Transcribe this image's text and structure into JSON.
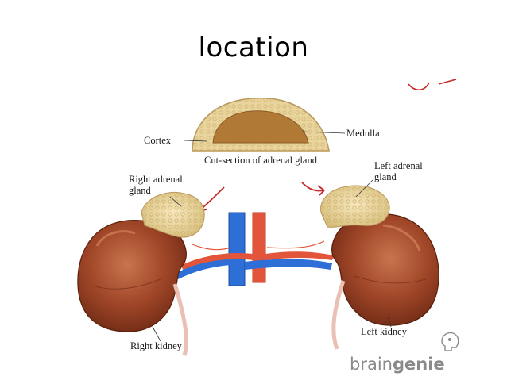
{
  "slide": {
    "title": "location"
  },
  "diagram": {
    "labels": {
      "cortex": "Cortex",
      "medulla": "Medulla",
      "cut_section": "Cut-section of adrenal gland",
      "right_adrenal_line1": "Right adrenal",
      "right_adrenal_line2": "gland",
      "left_adrenal_line1": "Left adrenal",
      "left_adrenal_line2": "gland",
      "left_kidney": "Left kidney",
      "right_kidney": "Right kidney"
    },
    "colors": {
      "kidney": "#a4482a",
      "kidney_dark": "#6e2a14",
      "kidney_light": "#c87450",
      "adrenal": "#e9d6a0",
      "medulla": "#b07a36",
      "vein": "#2d6fd6",
      "artery": "#e2553a",
      "annotation_arrow": "#c8282a"
    }
  },
  "logo": {
    "text_light": "brain",
    "text_strong": "genie",
    "icon": "head-profile-icon"
  }
}
